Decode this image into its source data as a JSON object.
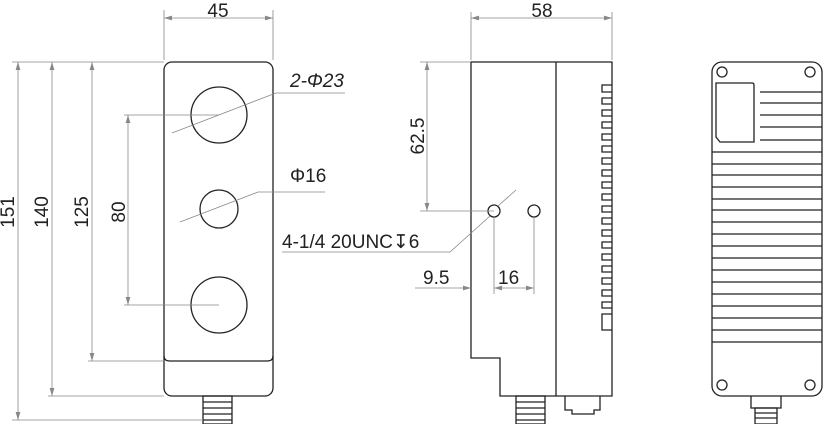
{
  "front_view": {
    "width_dim": "45",
    "height_dims": [
      "151",
      "140",
      "125",
      "80"
    ],
    "large_hole_label": "2-Φ23",
    "small_hole_label": "Φ16"
  },
  "side_view": {
    "width_dim": "58",
    "hole_height_dim": "62.5",
    "thread_label": "4-1/4 20UNC↧6",
    "edge_offset_dim": "9.5",
    "hole_spacing_dim": "16"
  },
  "colors": {
    "outline": "#222222",
    "dimension": "#888888"
  }
}
